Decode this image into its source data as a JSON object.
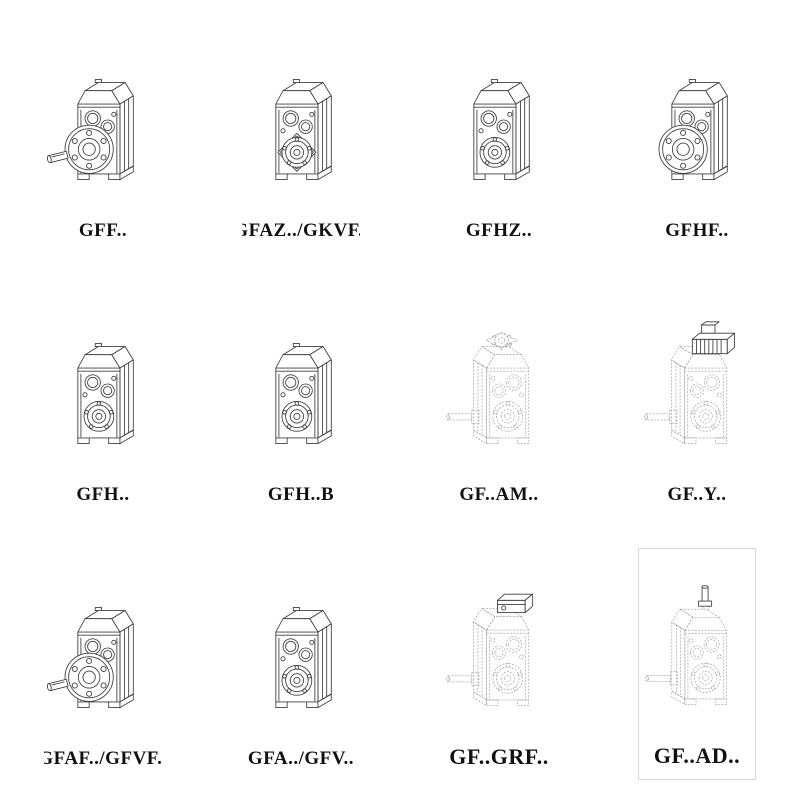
{
  "colors": {
    "line_solid": "#3f3f3f",
    "line_phantom": "#9a9a9a",
    "label_text": "#111111",
    "background": "#ffffff"
  },
  "catalog": {
    "items": [
      {
        "label": "GFF..",
        "variant": "solid-flange-output-with-shaft"
      },
      {
        "label": "GFAZ../GKVF..",
        "variant": "solid-square-flange-hollow-shaft"
      },
      {
        "label": "GFHZ..",
        "variant": "solid-hollow-shaft-front"
      },
      {
        "label": "GFHF..",
        "variant": "solid-flange-output-hollow"
      },
      {
        "label": "GFH..",
        "variant": "solid-hollow-shaft-front"
      },
      {
        "label": "GFH..B",
        "variant": "solid-hollow-shaft-front-base"
      },
      {
        "label": "GF..AM..",
        "variant": "phantom-housing-input-flange-top"
      },
      {
        "label": "GF..Y..",
        "variant": "phantom-housing-motor-top"
      },
      {
        "label": "GFAF../GFVF..",
        "variant": "solid-flange-output-with-shaft"
      },
      {
        "label": "GFA../GFV..",
        "variant": "solid-hollow-shaft-front"
      },
      {
        "label": "GF..GRF..",
        "variant": "phantom-housing-cover-top"
      },
      {
        "label": "GF..AD..",
        "variant": "phantom-housing-shaft-top"
      }
    ]
  }
}
